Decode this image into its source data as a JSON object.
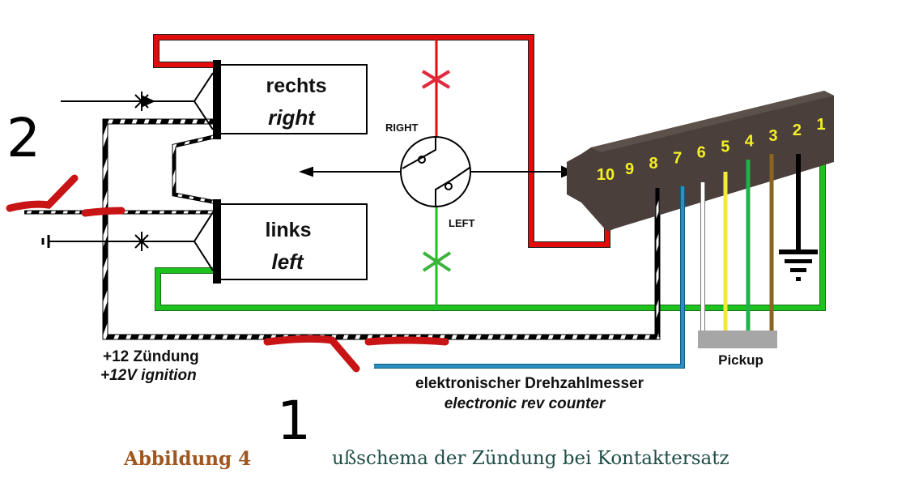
{
  "diagram": {
    "title": "Ignition wiring diagram with contact set",
    "colors": {
      "red_wire": "#e00b0b",
      "green_wire": "#1ec21e",
      "blue_wire": "#2a8fc0",
      "yellow_wire": "#f2e93a",
      "brown_wire": "#8a6420",
      "dark_green_wire": "#20b24a",
      "connector_body": "#4a3f3a",
      "pin_number": "#f4ef22",
      "pickup_block": "#a6a6a6",
      "annotation_red": "#c81414",
      "caption_label": "#a0561f",
      "caption_text": "#1f4d47"
    },
    "coils": {
      "right": {
        "de": "rechts",
        "en": "right"
      },
      "left": {
        "de": "links",
        "en": "left"
      }
    },
    "switch": {
      "right_label": "RIGHT",
      "left_label": "LEFT"
    },
    "connector": {
      "pins": [
        "10",
        "9",
        "8",
        "7",
        "6",
        "5",
        "4",
        "3",
        "2",
        "1"
      ],
      "wires": [
        {
          "pin": "10",
          "color": "red"
        },
        {
          "pin": "9",
          "color": "none"
        },
        {
          "pin": "8",
          "color": "black/white striped"
        },
        {
          "pin": "7",
          "color": "blue"
        },
        {
          "pin": "6",
          "color": "white"
        },
        {
          "pin": "5",
          "color": "yellow"
        },
        {
          "pin": "4",
          "color": "green"
        },
        {
          "pin": "3",
          "color": "brown"
        },
        {
          "pin": "2",
          "color": "black (ground)"
        },
        {
          "pin": "1",
          "color": "green"
        }
      ]
    },
    "pickup_label": "Pickup",
    "ignition_label": {
      "de": "+12 Zündung",
      "en": "+12V ignition"
    },
    "rev_counter_label": {
      "de": "elektronischer Drehzahlmesser",
      "en": "electronic rev counter"
    },
    "annotations": {
      "number_1": "1",
      "number_2": "2"
    }
  },
  "caption": {
    "label": "Abbildung 4",
    "text": "ußschema der Zündung bei Kontaktersatz"
  }
}
